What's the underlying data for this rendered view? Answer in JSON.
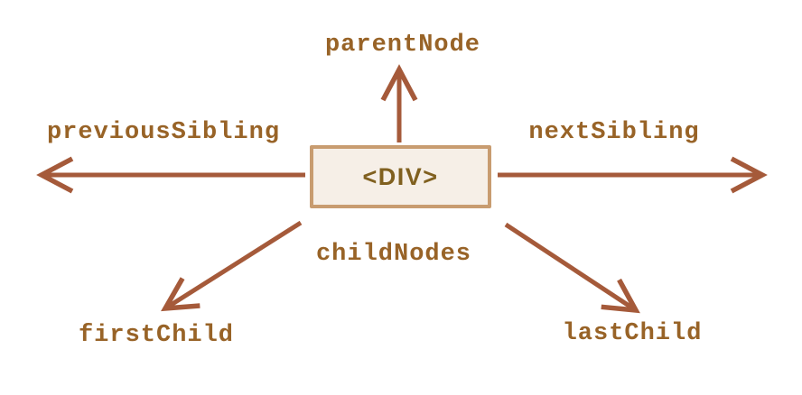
{
  "diagram": {
    "type": "dom-node-relationships",
    "center_node": {
      "label": "<DIV>"
    },
    "labels": {
      "parent_node": "parentNode",
      "previous_sibling": "previousSibling",
      "next_sibling": "nextSibling",
      "child_nodes": "childNodes",
      "first_child": "firstChild",
      "last_child": "lastChild"
    },
    "relations": [
      {
        "label": "parentNode",
        "direction": "up",
        "from": "<DIV>"
      },
      {
        "label": "previousSibling",
        "direction": "left",
        "from": "<DIV>"
      },
      {
        "label": "nextSibling",
        "direction": "right",
        "from": "<DIV>"
      },
      {
        "label": "childNodes",
        "direction": "down",
        "from": "<DIV>",
        "targets": [
          "firstChild",
          "lastChild"
        ]
      },
      {
        "label": "firstChild",
        "direction": "down-left",
        "from": "<DIV>"
      },
      {
        "label": "lastChild",
        "direction": "down-right",
        "from": "<DIV>"
      }
    ],
    "colors": {
      "background": "#ffffff",
      "arrow": "#a55a3a",
      "label_text": "#986327",
      "box_border": "#c89c70",
      "box_fill": "#f6efe7",
      "box_text": "#80601f"
    }
  }
}
